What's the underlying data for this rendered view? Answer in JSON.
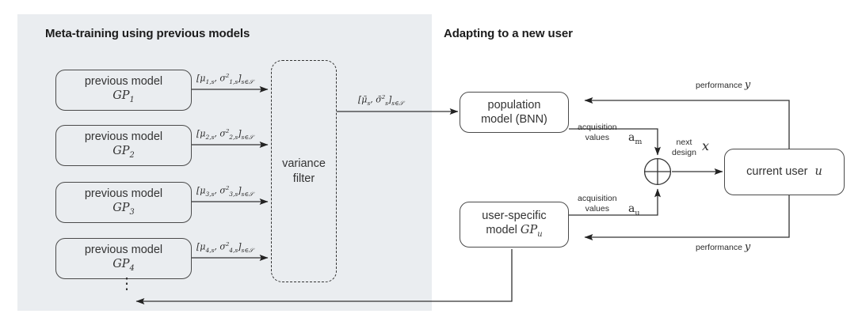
{
  "figure": {
    "type": "flow-diagram",
    "panels": [
      {
        "id": "meta",
        "title": "Meta-training using previous models",
        "bg": "#eaedf0"
      },
      {
        "id": "adapt",
        "title": "Adapting to a new user",
        "bg": "#ffffff"
      }
    ]
  },
  "previous_models": [
    {
      "line1": "previous model",
      "line2": "GP",
      "sub": "1",
      "arrow_label": {
        "mu": "μ",
        "mu_sub": "1,s",
        "sigma": "σ",
        "sigma_sub": "1,s",
        "sigma_sup": "2",
        "set_sub": "s∈𝒮"
      }
    },
    {
      "line1": "previous model",
      "line2": "GP",
      "sub": "2",
      "arrow_label": {
        "mu": "μ",
        "mu_sub": "2,s",
        "sigma": "σ",
        "sigma_sub": "2,s",
        "sigma_sup": "2",
        "set_sub": "s∈𝒮"
      }
    },
    {
      "line1": "previous model",
      "line2": "GP",
      "sub": "3",
      "arrow_label": {
        "mu": "μ",
        "mu_sub": "3,s",
        "sigma": "σ",
        "sigma_sub": "3,s",
        "sigma_sup": "2",
        "set_sub": "s∈𝒮"
      }
    },
    {
      "line1": "previous model",
      "line2": "GP",
      "sub": "4",
      "arrow_label": {
        "mu": "μ",
        "mu_sub": "4,s",
        "sigma": "σ",
        "sigma_sub": "4,s",
        "sigma_sup": "2",
        "set_sub": "s∈𝒮"
      }
    }
  ],
  "ellipsis": "⋮",
  "variance_filter": {
    "line1": "variance",
    "line2": "filter"
  },
  "filter_output": {
    "mu": "μ̄",
    "mu_sub": "s",
    "sigma": "σ̄",
    "sigma_sub": "s",
    "sigma_sup": "2",
    "set_sub": "s∈𝒮"
  },
  "population_model": {
    "line1": "population",
    "line2": "model (BNN)"
  },
  "user_model": {
    "line1": "user-specific",
    "line2": "model ",
    "math": "GP",
    "math_sub": "u"
  },
  "current_user": {
    "text": "current user",
    "math": "u"
  },
  "combiner": {
    "icon": "circle-plus-icon",
    "symbol": "⊕"
  },
  "acquisition_top": {
    "line1": "acquisition",
    "line2": "values",
    "math": "a",
    "math_sub": "m"
  },
  "acquisition_bottom": {
    "line1": "acquisition",
    "line2": "values",
    "math": "a",
    "math_sub": "u"
  },
  "next_design": {
    "line1": "next",
    "line2": "design",
    "math": "x"
  },
  "performance_top": {
    "text": "performance",
    "math": "y"
  },
  "performance_bottom": {
    "text": "performance",
    "math": "y"
  },
  "colors": {
    "panel_bg": "#eaedf0",
    "stroke": "#4a4a4a",
    "text": "#333333",
    "title": "#1c1c1c",
    "arrow": "#333333"
  }
}
